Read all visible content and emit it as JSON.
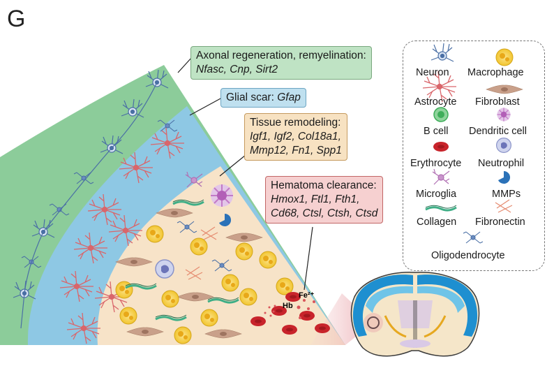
{
  "panel_letter": "G",
  "labels": {
    "axonal": {
      "title": "Axonal regeneration, remyelination:",
      "genes": "Nfasc, Cnp, Sirt2"
    },
    "glial": {
      "title": "Glial scar:",
      "genes": "Gfap"
    },
    "tissue": {
      "title": "Tissue remodeling:",
      "genes_line1": "Igf1, Igf2, Col18a1,",
      "genes_line2": "Mmp12, Fn1, Spp1"
    },
    "hematoma": {
      "title": "Hematoma clearance:",
      "genes_line1": "Hmox1, Ftl1, Fth1,",
      "genes_line2": "Cd68, Ctsl, Ctsh, Ctsd"
    }
  },
  "annotations": {
    "fe": "Fe²⁺",
    "hb": "Hb"
  },
  "legend": [
    {
      "label": "Neuron",
      "icon": "neuron-icon"
    },
    {
      "label": "Macrophage",
      "icon": "macrophage-icon"
    },
    {
      "label": "Astrocyte",
      "icon": "astrocyte-icon"
    },
    {
      "label": "Fibroblast",
      "icon": "fibroblast-icon"
    },
    {
      "label": "B cell",
      "icon": "b-cell-icon"
    },
    {
      "label": "Dendritic cell",
      "icon": "dendritic-cell-icon"
    },
    {
      "label": "Erythrocyte",
      "icon": "erythrocyte-icon"
    },
    {
      "label": "Neutrophil",
      "icon": "neutrophil-icon"
    },
    {
      "label": "Microglia",
      "icon": "microglia-icon"
    },
    {
      "label": "MMPs",
      "icon": "mmps-icon"
    },
    {
      "label": "Collagen",
      "icon": "collagen-icon"
    },
    {
      "label": "Fibronectin",
      "icon": "fibronectin-icon"
    },
    {
      "label": "Oligodendrocyte",
      "icon": "oligodendrocyte-icon"
    }
  ],
  "colors": {
    "green_zone": "#8ccc9a",
    "blue_zone": "#8ec8e4",
    "core_zone": "#f7e3c8",
    "neuron": "#4a6fa5",
    "astrocyte": "#d9666b",
    "macrophage": "#f2c530",
    "erythrocyte": "#c8242b",
    "fibroblast": "#c9a08a",
    "microglia": "#b06fb3",
    "mmps": "#2b72b8",
    "collagen": "#3fae86"
  }
}
